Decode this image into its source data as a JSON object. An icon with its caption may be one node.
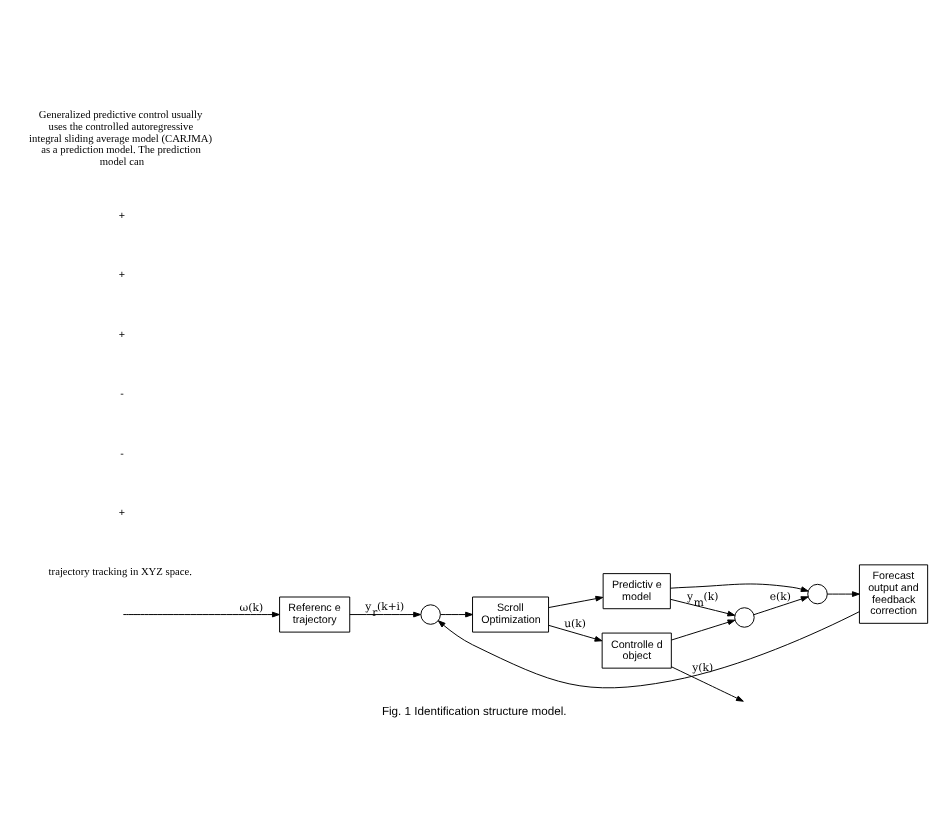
{
  "diagram": {
    "caption": "Fig. 1 Identification structure model.",
    "nodes": [
      {
        "text": [
          "Referenc e trajectory"
        ]
      },
      {
        "text": [],
        "shape": "circle"
      },
      {
        "text": [
          "Scroll Optimization"
        ]
      },
      {
        "text": [
          "Controlle d object"
        ]
      },
      {
        "text": [
          "Predictiv e model"
        ]
      },
      {
        "text": [],
        "shape": "circle"
      },
      {
        "text": [],
        "shape": "circle"
      },
      {
        "text": [
          "Forecast output and feedback correction"
        ]
      }
    ],
    "edges": [
      {
        "from": null,
        "to": 0,
        "arrow": "to",
        "label": "ω(k)"
      },
      {
        "from": 0,
        "to": 1,
        "arrow": "to",
        "label": "y$_{r}$(k+i)"
      },
      {
        "from": 1,
        "to": 2,
        "arrow": "to"
      },
      {
        "from": 2,
        "to": 3,
        "arrow": "to",
        "label": "u(k)"
      },
      {
        "from": 2,
        "to": 4,
        "arrow": "to"
      },
      {
        "from": 3,
        "to": null,
        "arrow": "to",
        "label": "y(k)"
      },
      {
        "from": 3,
        "to": 5,
        "arrow": "to"
      },
      {
        "from": 4,
        "to": 5,
        "arrow": "to",
        "label": "y$_{m}$(k)"
      },
      {
        "from": 4,
        "to": 6,
        "arrow": "to"
      },
      {
        "from": 5,
        "to": 6,
        "arrow": "to",
        "label": "e(k)"
      },
      {
        "from": 6,
        "to": 7,
        "arrow": "to"
      },
      {
        "from": 7,
        "to": 1,
        "arrow": "to"
      }
    ],
    "labels": [
      "trajectory tracking in XYZ space.",
      "+",
      "-",
      "-",
      "+",
      "+",
      "+",
      "Generalized predictive control usually uses the controlled autoregressive integral sliding average model (CARJMA) as a prediction model. The prediction model can"
    ]
  }
}
